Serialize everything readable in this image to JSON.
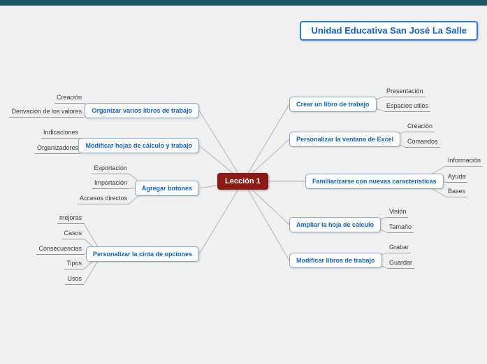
{
  "page": {
    "background_color": "#f0f0f1",
    "topbar_color": "#1d5766"
  },
  "title_box": {
    "label": "Unidad Educativa San José La Salle",
    "border_color": "#2b7de0",
    "text_color": "#1464c0"
  },
  "map": {
    "root": {
      "label": "Lección 1",
      "color": "#8e1a16",
      "text_color": "#ffffff"
    },
    "node_style": {
      "border_color": "#85a8cf",
      "text_color": "#1464c0",
      "line_color": "#b5b5b5"
    },
    "left_branches": [
      {
        "label": "Organizar varios libros de trabajo",
        "children": [
          "Creación",
          "Derivación de los valores"
        ]
      },
      {
        "label": "Modificar hojas de cálculo y trabajo",
        "children": [
          "Indicaciones",
          "Organizadores"
        ]
      },
      {
        "label": "Agregar botones",
        "children": [
          "Exportación",
          "Importación",
          "Accesos directos"
        ]
      },
      {
        "label": "Personalizar la cinta de opciones",
        "children": [
          "mejoras",
          "Casos",
          "Consecuencias",
          "Tipos",
          "Usos"
        ]
      }
    ],
    "right_branches": [
      {
        "label": "Crear un libro de trabajo",
        "children": [
          "Presentación",
          "Espacios utiles"
        ]
      },
      {
        "label": "Personalizar la ventana de Excel",
        "children": [
          "Creación",
          "Comandos"
        ]
      },
      {
        "label": "Familiarizarse con nuevas características",
        "children": [
          "Información",
          "Ayuda",
          "Bases"
        ]
      },
      {
        "label": "Ampliar la hoja de cálculo",
        "children": [
          "Visión",
          "Tamaño"
        ]
      },
      {
        "label": "Modificar libros de trabajo",
        "children": [
          "Grabar",
          "Guardar"
        ]
      }
    ]
  }
}
